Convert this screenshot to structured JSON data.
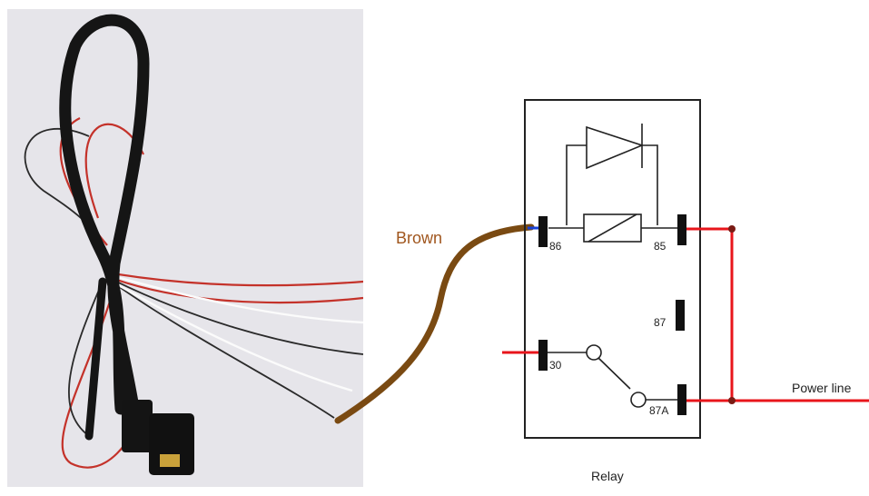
{
  "labels": {
    "brown_wire": "Brown",
    "relay": "Relay",
    "power_line": "Power line"
  },
  "pins": {
    "p86": "86",
    "p85": "85",
    "p87": "87",
    "p30": "30",
    "p87a": "87A"
  },
  "colors": {
    "brown": "#7a4a12",
    "brown_text": "#a0561e",
    "red": "#e8151b",
    "blue": "#1740d8",
    "line": "#222222",
    "photo_bg": "#e9e8ec"
  }
}
